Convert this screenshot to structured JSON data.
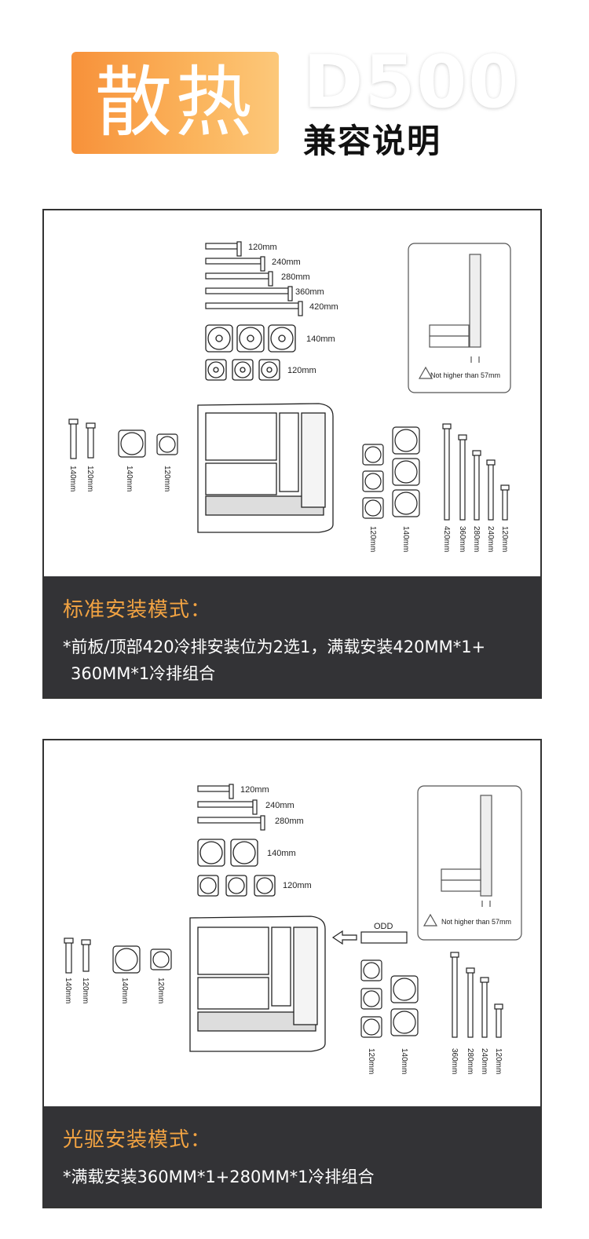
{
  "header": {
    "badge": "散热",
    "model": "D500",
    "subtitle": "兼容说明"
  },
  "panel1": {
    "top_rads": [
      "120mm",
      "240mm",
      "280mm",
      "360mm",
      "420mm"
    ],
    "top_fans": [
      "140mm",
      "120mm"
    ],
    "rear_labels": [
      "140mm",
      "120mm",
      "140mm",
      "120mm"
    ],
    "front_fan_labels": [
      "120mm",
      "140mm"
    ],
    "front_rad_labels": [
      "420mm",
      "360mm",
      "280mm",
      "240mm",
      "120mm"
    ],
    "clearance_note": "Not higher than 57mm",
    "mode_title": "标准安装模式：",
    "mode_desc_line1": "*前板/顶部420冷排安装位为2选1，满载安装420MM*1+",
    "mode_desc_line2": "360MM*1冷排组合"
  },
  "panel2": {
    "top_rads": [
      "120mm",
      "240mm",
      "280mm"
    ],
    "top_fans": [
      "140mm",
      "120mm"
    ],
    "rear_labels": [
      "140mm",
      "120mm",
      "140mm",
      "120mm"
    ],
    "odd_label": "ODD",
    "front_fan_labels": [
      "120mm",
      "140mm"
    ],
    "front_rad_labels": [
      "360mm",
      "280mm",
      "240mm",
      "120mm"
    ],
    "clearance_note": "Not higher than 57mm",
    "mode_title": "光驱安装模式：",
    "mode_desc_line1": "*满载安装360MM*1+280MM*1冷排组合"
  }
}
